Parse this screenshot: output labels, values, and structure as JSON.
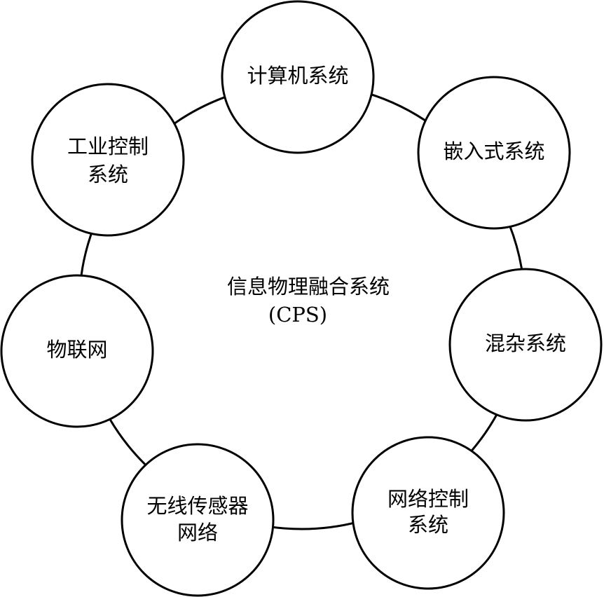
{
  "center": {
    "lines": [
      "信息物理融合系统",
      "(CPS)"
    ]
  },
  "nodes": [
    {
      "id": "computer-system",
      "lines": [
        "计算机系统"
      ]
    },
    {
      "id": "embedded-system",
      "lines": [
        "嵌入式系统"
      ]
    },
    {
      "id": "hybrid-system",
      "lines": [
        "混杂系统"
      ]
    },
    {
      "id": "network-control-system",
      "lines": [
        "网络控制",
        "系统"
      ]
    },
    {
      "id": "wireless-sensor-network",
      "lines": [
        "无线传感器",
        "网络"
      ]
    },
    {
      "id": "internet-of-things",
      "lines": [
        "物联网"
      ]
    },
    {
      "id": "industrial-control-system",
      "lines": [
        "工业控制",
        "系统"
      ]
    }
  ]
}
